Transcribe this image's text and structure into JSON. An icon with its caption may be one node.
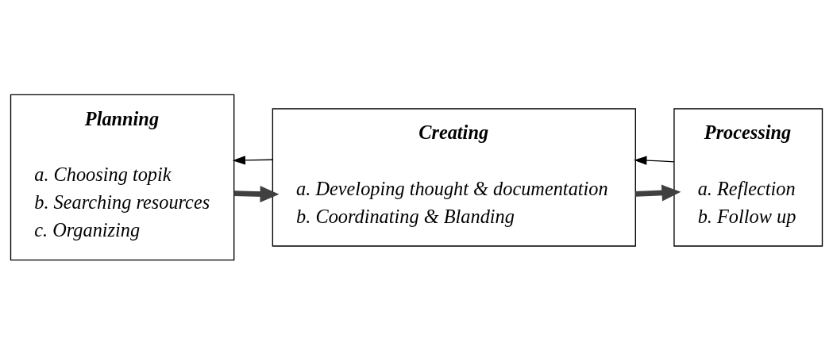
{
  "diagram": {
    "nodes": [
      {
        "text": [
          "Planning",
          "a. Choosing topik",
          "b. Searching resources",
          "c. Organizing"
        ]
      },
      {
        "text": [
          "Creating",
          "a. Developing thought & documentation",
          "b. Coordinating & Blanding"
        ]
      },
      {
        "text": [
          "Processing",
          "a. Reflection",
          "b. Follow up"
        ]
      }
    ],
    "edges": [
      {
        "from": 0,
        "to": 1,
        "arrow": "to",
        "style": "thick"
      },
      {
        "from": 1,
        "to": 0,
        "arrow": "to"
      },
      {
        "from": 1,
        "to": 2,
        "arrow": "to",
        "style": "thick"
      },
      {
        "from": 2,
        "to": 1,
        "arrow": "to"
      }
    ]
  }
}
